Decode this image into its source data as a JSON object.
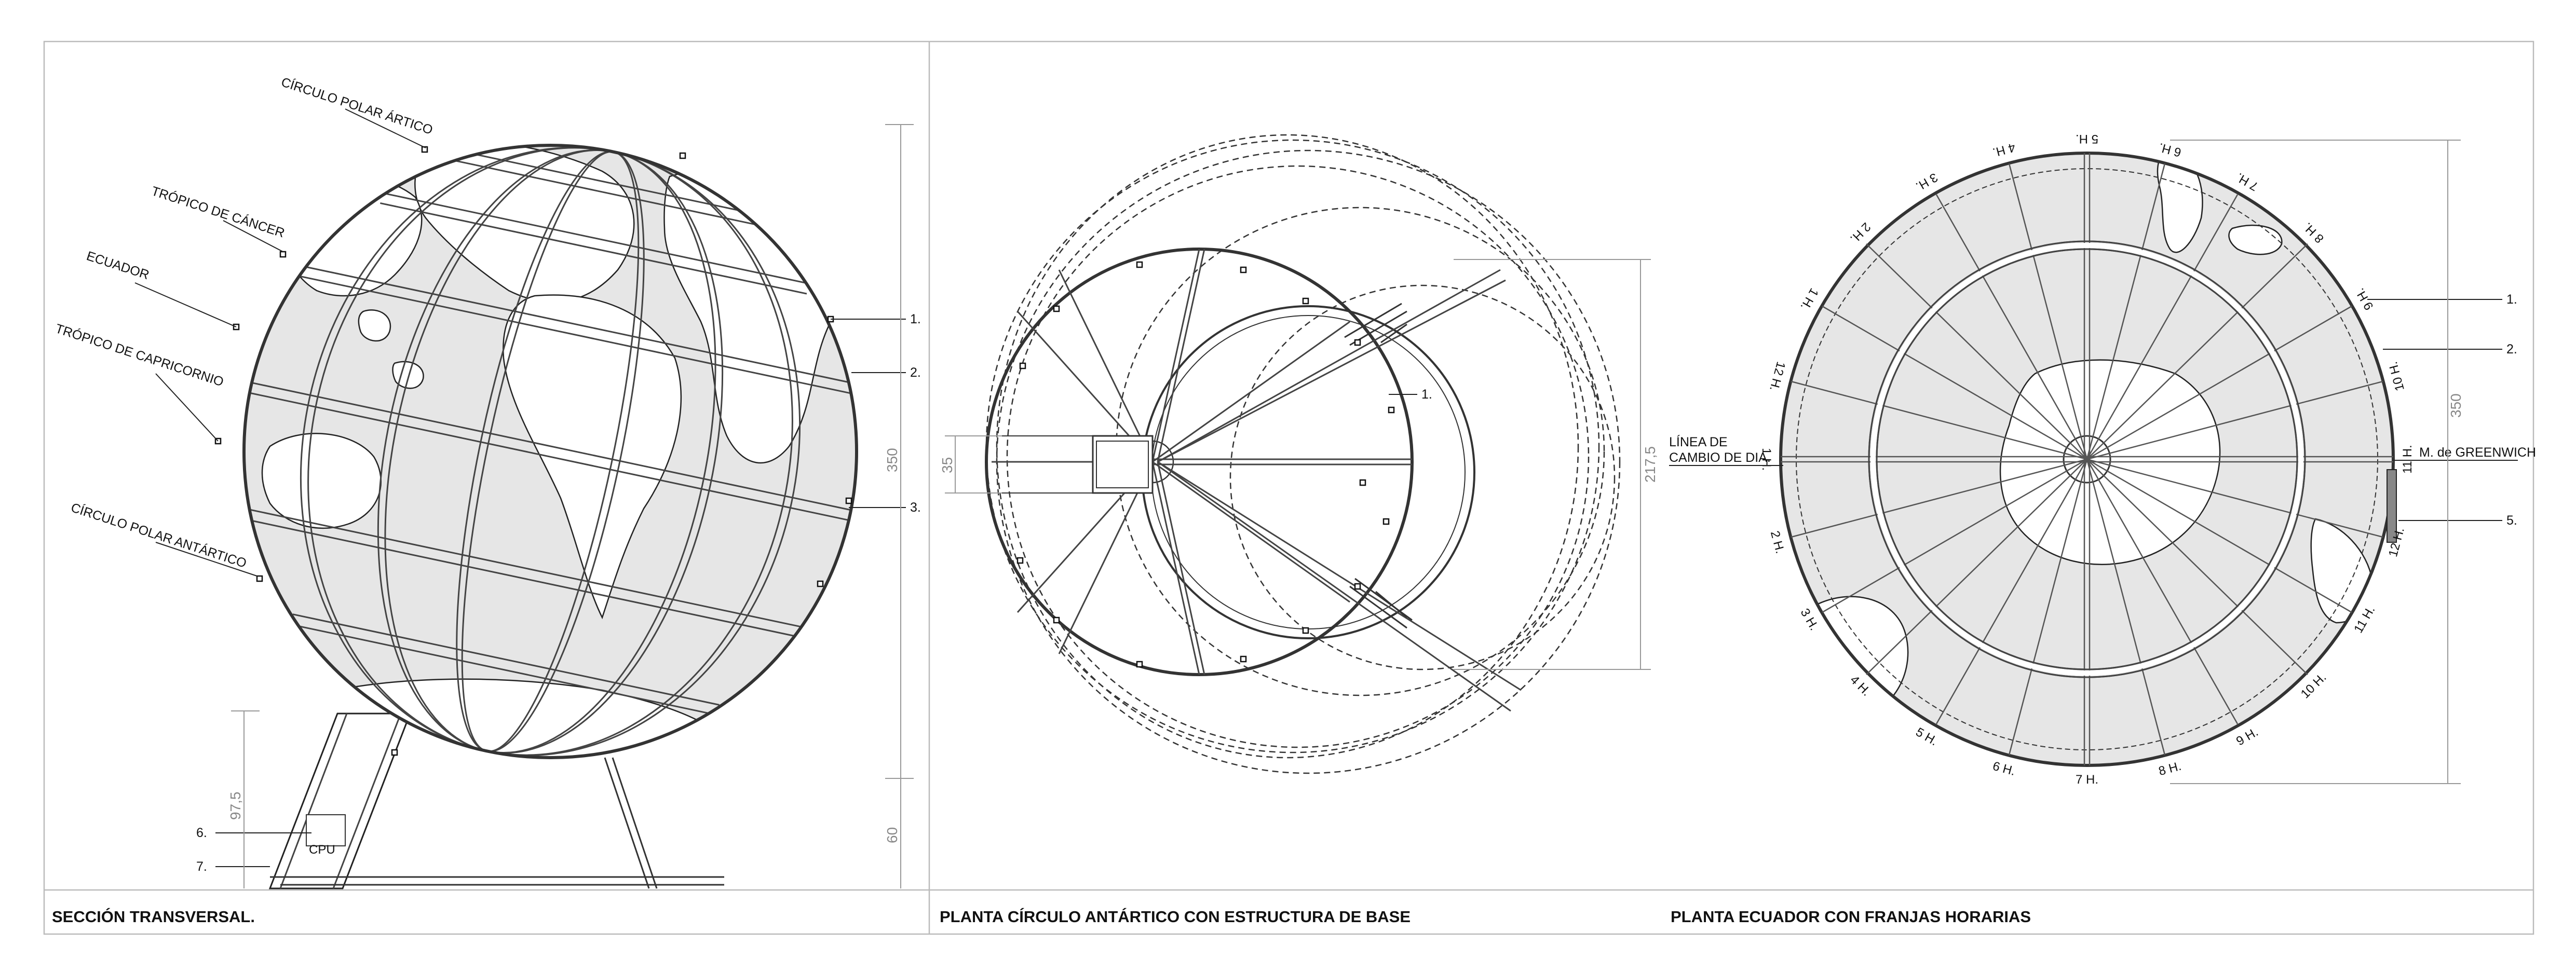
{
  "panels": [
    {
      "title": "SECCIÓN TRANSVERSAL."
    },
    {
      "title": "PLANTA CÍRCULO ANTÁRTICO CON ESTRUCTURA DE BASE"
    },
    {
      "title": "PLANTA ECUADOR CON FRANJAS HORARIAS"
    }
  ],
  "section": {
    "latitude_labels": [
      "CÍRCULO POLAR ÁRTICO",
      "TRÓPICO DE CÁNCER",
      "ECUADOR",
      "TRÓPICO DE CAPRICORNIO",
      "CÍRCULO POLAR ANTÁRTICO"
    ],
    "callouts": [
      "1.",
      "2.",
      "3.",
      "6.",
      "7."
    ],
    "cpu_label": "CPU",
    "dims": [
      "350",
      "60",
      "97,5"
    ]
  },
  "antarctic_plan": {
    "callouts": [
      "1."
    ],
    "dims": [
      "217,5",
      "35"
    ]
  },
  "equator_plan": {
    "hour_labels": [
      "9 H.",
      "8 H.",
      "7 H.",
      "6 H.",
      "5 H.",
      "4 H.",
      "3 H.",
      "2 H.",
      "1 H.",
      "12 H.",
      "1 H.",
      "2 H.",
      "3 H.",
      "4 H.",
      "5 H.",
      "6 H.",
      "7 H.",
      "8 H.",
      "9 H.",
      "10 H.",
      "11 H.",
      "12 H.",
      "11 H.",
      "10 H."
    ],
    "dateline_label_1": "LÍNEA DE",
    "dateline_label_2": "CAMBIO DE DIA.",
    "greenwich_label": "M. de GREENWICH",
    "callouts": [
      "1.",
      "2.",
      "5."
    ],
    "dims": [
      "350"
    ]
  }
}
